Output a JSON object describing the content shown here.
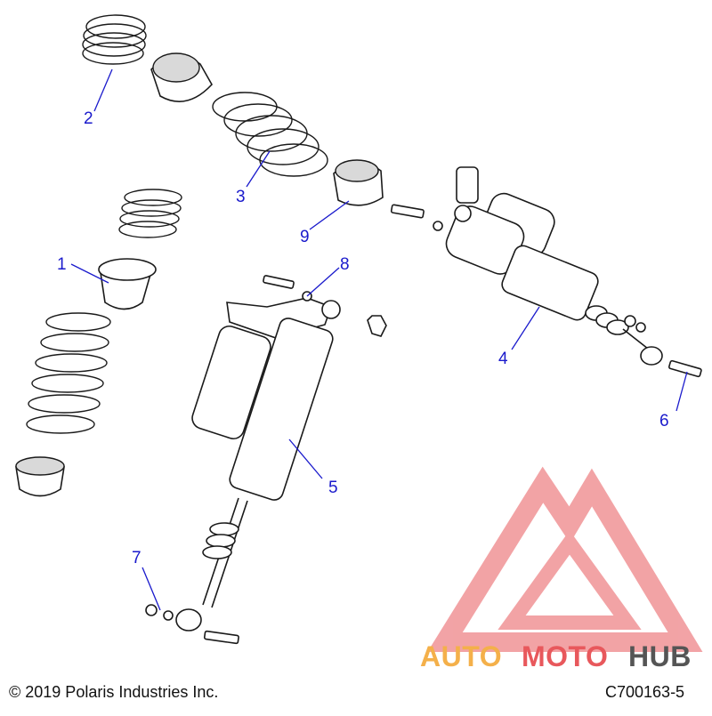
{
  "callouts": [
    {
      "id": "1",
      "label": "1"
    },
    {
      "id": "2",
      "label": "2"
    },
    {
      "id": "3",
      "label": "3"
    },
    {
      "id": "4",
      "label": "4"
    },
    {
      "id": "5",
      "label": "5"
    },
    {
      "id": "6",
      "label": "6"
    },
    {
      "id": "7",
      "label": "7"
    },
    {
      "id": "8",
      "label": "8"
    },
    {
      "id": "9",
      "label": "9"
    }
  ],
  "footer": {
    "copyright": "© 2019 Polaris Industries Inc.",
    "diagram_code": "C700163-5"
  },
  "watermark": {
    "word_part1": "AUTO",
    "word_part2": "MOTO",
    "word_part3": "HUB",
    "colors": {
      "logo": "#e8585c",
      "auto": "#f4b04a",
      "moto": "#e8585c",
      "hub": "#555555"
    }
  },
  "colors": {
    "callout": "#1a1acc",
    "line": "#1a1a1a"
  }
}
